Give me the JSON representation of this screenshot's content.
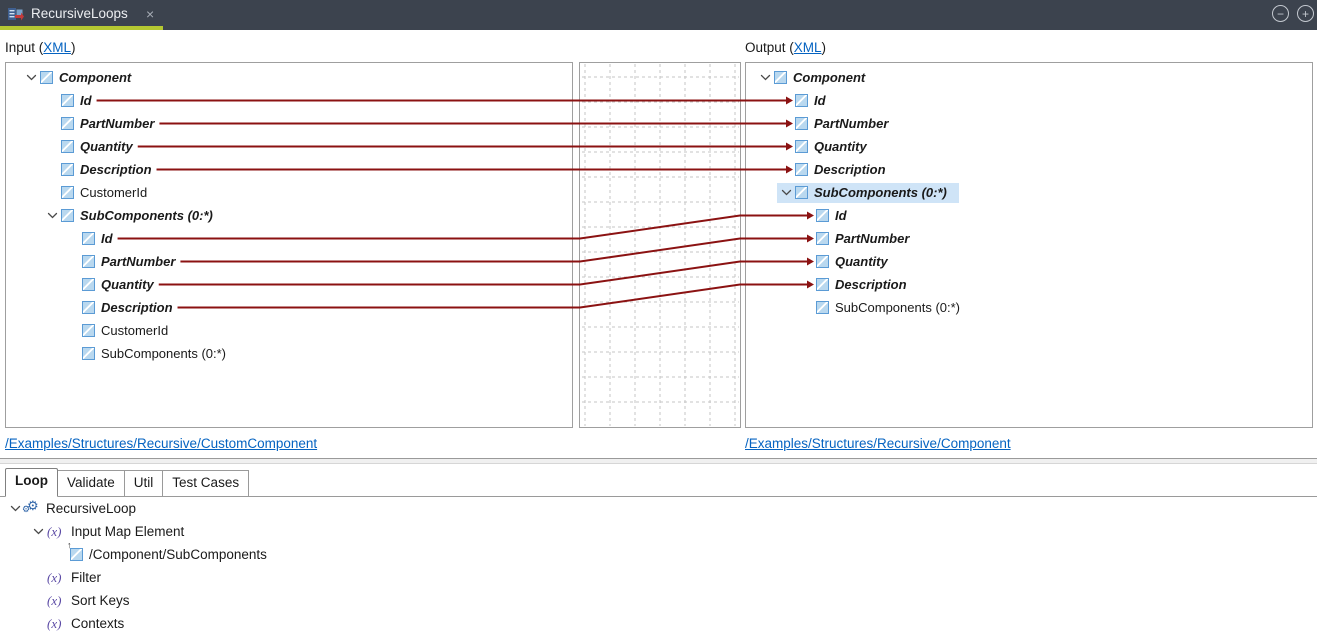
{
  "titlebar": {
    "tab_title": "RecursiveLoops",
    "close_icon": "×",
    "zoom_out_icon": "−",
    "zoom_in_icon": "+"
  },
  "panes": {
    "input_header": {
      "prefix": "Input (",
      "link": "XML",
      "suffix": ")"
    },
    "output_header": {
      "prefix": "Output (",
      "link": "XML",
      "suffix": ")"
    },
    "input_footer_link": "/Examples/Structures/Recursive/CustomComponent",
    "output_footer_link": "/Examples/Structures/Recursive/Component"
  },
  "input_tree": [
    {
      "id": "in-component",
      "label": "Component",
      "level": 0,
      "bold": true,
      "expander": true,
      "icon": "element"
    },
    {
      "id": "in-id",
      "label": "Id",
      "level": 1,
      "bold": true,
      "expander": false,
      "icon": "element"
    },
    {
      "id": "in-partnumber",
      "label": "PartNumber",
      "level": 1,
      "bold": true,
      "expander": false,
      "icon": "element"
    },
    {
      "id": "in-quantity",
      "label": "Quantity",
      "level": 1,
      "bold": true,
      "expander": false,
      "icon": "element"
    },
    {
      "id": "in-description",
      "label": "Description",
      "level": 1,
      "bold": true,
      "expander": false,
      "icon": "element"
    },
    {
      "id": "in-customerid",
      "label": "CustomerId",
      "level": 1,
      "bold": false,
      "expander": false,
      "icon": "element"
    },
    {
      "id": "in-subcomponents",
      "label": "SubComponents (0:*)",
      "level": 1,
      "bold": true,
      "expander": true,
      "icon": "element"
    },
    {
      "id": "in-sub-id",
      "label": "Id",
      "level": 2,
      "bold": true,
      "expander": false,
      "icon": "element"
    },
    {
      "id": "in-sub-partnumber",
      "label": "PartNumber",
      "level": 2,
      "bold": true,
      "expander": false,
      "icon": "element"
    },
    {
      "id": "in-sub-quantity",
      "label": "Quantity",
      "level": 2,
      "bold": true,
      "expander": false,
      "icon": "element"
    },
    {
      "id": "in-sub-description",
      "label": "Description",
      "level": 2,
      "bold": true,
      "expander": false,
      "icon": "element"
    },
    {
      "id": "in-sub-customerid",
      "label": "CustomerId",
      "level": 2,
      "bold": false,
      "expander": false,
      "icon": "element"
    },
    {
      "id": "in-sub-subcomponents",
      "label": "SubComponents (0:*)",
      "level": 2,
      "bold": false,
      "expander": false,
      "icon": "element"
    }
  ],
  "output_tree": [
    {
      "id": "out-component",
      "label": "Component",
      "level": 0,
      "bold": true,
      "expander": true,
      "icon": "element"
    },
    {
      "id": "out-id",
      "label": "Id",
      "level": 1,
      "bold": true,
      "expander": false,
      "icon": "element"
    },
    {
      "id": "out-partnumber",
      "label": "PartNumber",
      "level": 1,
      "bold": true,
      "expander": false,
      "icon": "element"
    },
    {
      "id": "out-quantity",
      "label": "Quantity",
      "level": 1,
      "bold": true,
      "expander": false,
      "icon": "element"
    },
    {
      "id": "out-description",
      "label": "Description",
      "level": 1,
      "bold": true,
      "expander": false,
      "icon": "element"
    },
    {
      "id": "out-subcomponents",
      "label": "SubComponents (0:*)",
      "level": 1,
      "bold": true,
      "expander": true,
      "icon": "element",
      "selected": true
    },
    {
      "id": "out-sub-id",
      "label": "Id",
      "level": 2,
      "bold": true,
      "expander": false,
      "icon": "element"
    },
    {
      "id": "out-sub-partnumber",
      "label": "PartNumber",
      "level": 2,
      "bold": true,
      "expander": false,
      "icon": "element"
    },
    {
      "id": "out-sub-quantity",
      "label": "Quantity",
      "level": 2,
      "bold": true,
      "expander": false,
      "icon": "element"
    },
    {
      "id": "out-sub-description",
      "label": "Description",
      "level": 2,
      "bold": true,
      "expander": false,
      "icon": "element"
    },
    {
      "id": "out-sub-subcomponents",
      "label": "SubComponents (0:*)",
      "level": 2,
      "bold": false,
      "expander": false,
      "icon": "element"
    }
  ],
  "connections": [
    {
      "from": "in-id",
      "to": "out-id"
    },
    {
      "from": "in-partnumber",
      "to": "out-partnumber"
    },
    {
      "from": "in-quantity",
      "to": "out-quantity"
    },
    {
      "from": "in-description",
      "to": "out-description"
    },
    {
      "from": "in-sub-id",
      "to": "out-sub-id"
    },
    {
      "from": "in-sub-partnumber",
      "to": "out-sub-partnumber"
    },
    {
      "from": "in-sub-quantity",
      "to": "out-sub-quantity"
    },
    {
      "from": "in-sub-description",
      "to": "out-sub-description"
    }
  ],
  "bottom": {
    "tabs": [
      {
        "label": "Loop",
        "active": true
      },
      {
        "label": "Validate",
        "active": false
      },
      {
        "label": "Util",
        "active": false
      },
      {
        "label": "Test Cases",
        "active": false
      }
    ],
    "tree": [
      {
        "id": "bt-recursiveloop",
        "label": "RecursiveLoop",
        "level": 0,
        "bold": false,
        "expander": true,
        "icon": "gears"
      },
      {
        "id": "bt-inputmap",
        "label": "Input Map Element",
        "level": 1,
        "bold": false,
        "expander": true,
        "icon": "fx"
      },
      {
        "id": "bt-path",
        "label": "/Component/SubComponents",
        "level": 2,
        "bold": false,
        "expander": false,
        "icon": "element-ref"
      },
      {
        "id": "bt-filter",
        "label": "Filter",
        "level": 1,
        "bold": false,
        "expander": false,
        "icon": "fx"
      },
      {
        "id": "bt-sortkeys",
        "label": "Sort Keys",
        "level": 1,
        "bold": false,
        "expander": false,
        "icon": "fx"
      },
      {
        "id": "bt-contexts",
        "label": "Contexts",
        "level": 1,
        "bold": false,
        "expander": false,
        "icon": "fx"
      }
    ]
  },
  "icons": {
    "fx": "(x)",
    "gear": "⚙",
    "ref_arrow": "↑"
  },
  "colors": {
    "mapping_line": "#8b1212",
    "selection_bg": "#cfe4f7",
    "link": "#0563c1",
    "element_icon_border": "#5b9bd5",
    "element_icon_fill": "#b9d8ef",
    "grid_line": "#c6c6c6",
    "fx_icon": "#5b4aa5",
    "gears_icon": "#2e64a8",
    "titlebar_bg": "#3c434e",
    "active_tab_underline": "#b5c832"
  }
}
